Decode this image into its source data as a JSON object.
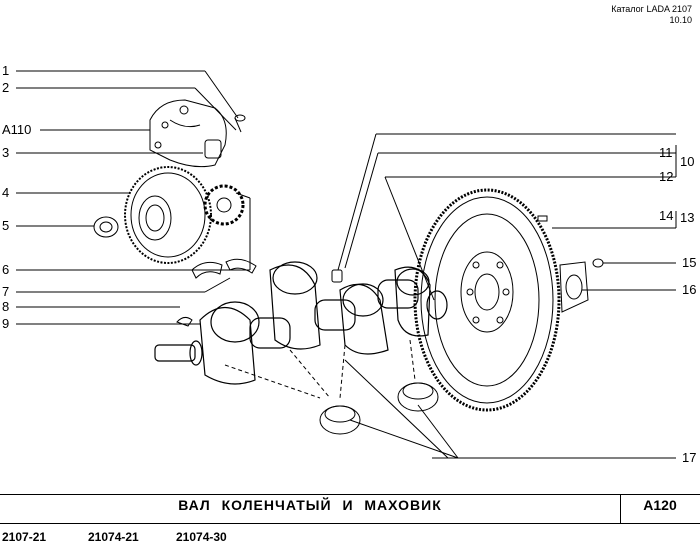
{
  "header": {
    "catalog": "Каталог LADA 2107",
    "revision": "10.10"
  },
  "callouts": {
    "c1": "1",
    "c2": "2",
    "c110": "A110",
    "c3": "3",
    "c4": "4",
    "c5": "5",
    "c6": "6",
    "c7": "7",
    "c8": "8",
    "c9": "9",
    "c11": "11",
    "c12": "12",
    "c10": "10",
    "c14": "14",
    "c13": "13",
    "c15": "15",
    "c16": "16",
    "c17": "17"
  },
  "title": "ВАЛ КОЛЕНЧАТЫЙ И МАХОВИК",
  "section_code": "A120",
  "models": [
    "2107-21",
    "21074-21",
    "21074-30"
  ]
}
